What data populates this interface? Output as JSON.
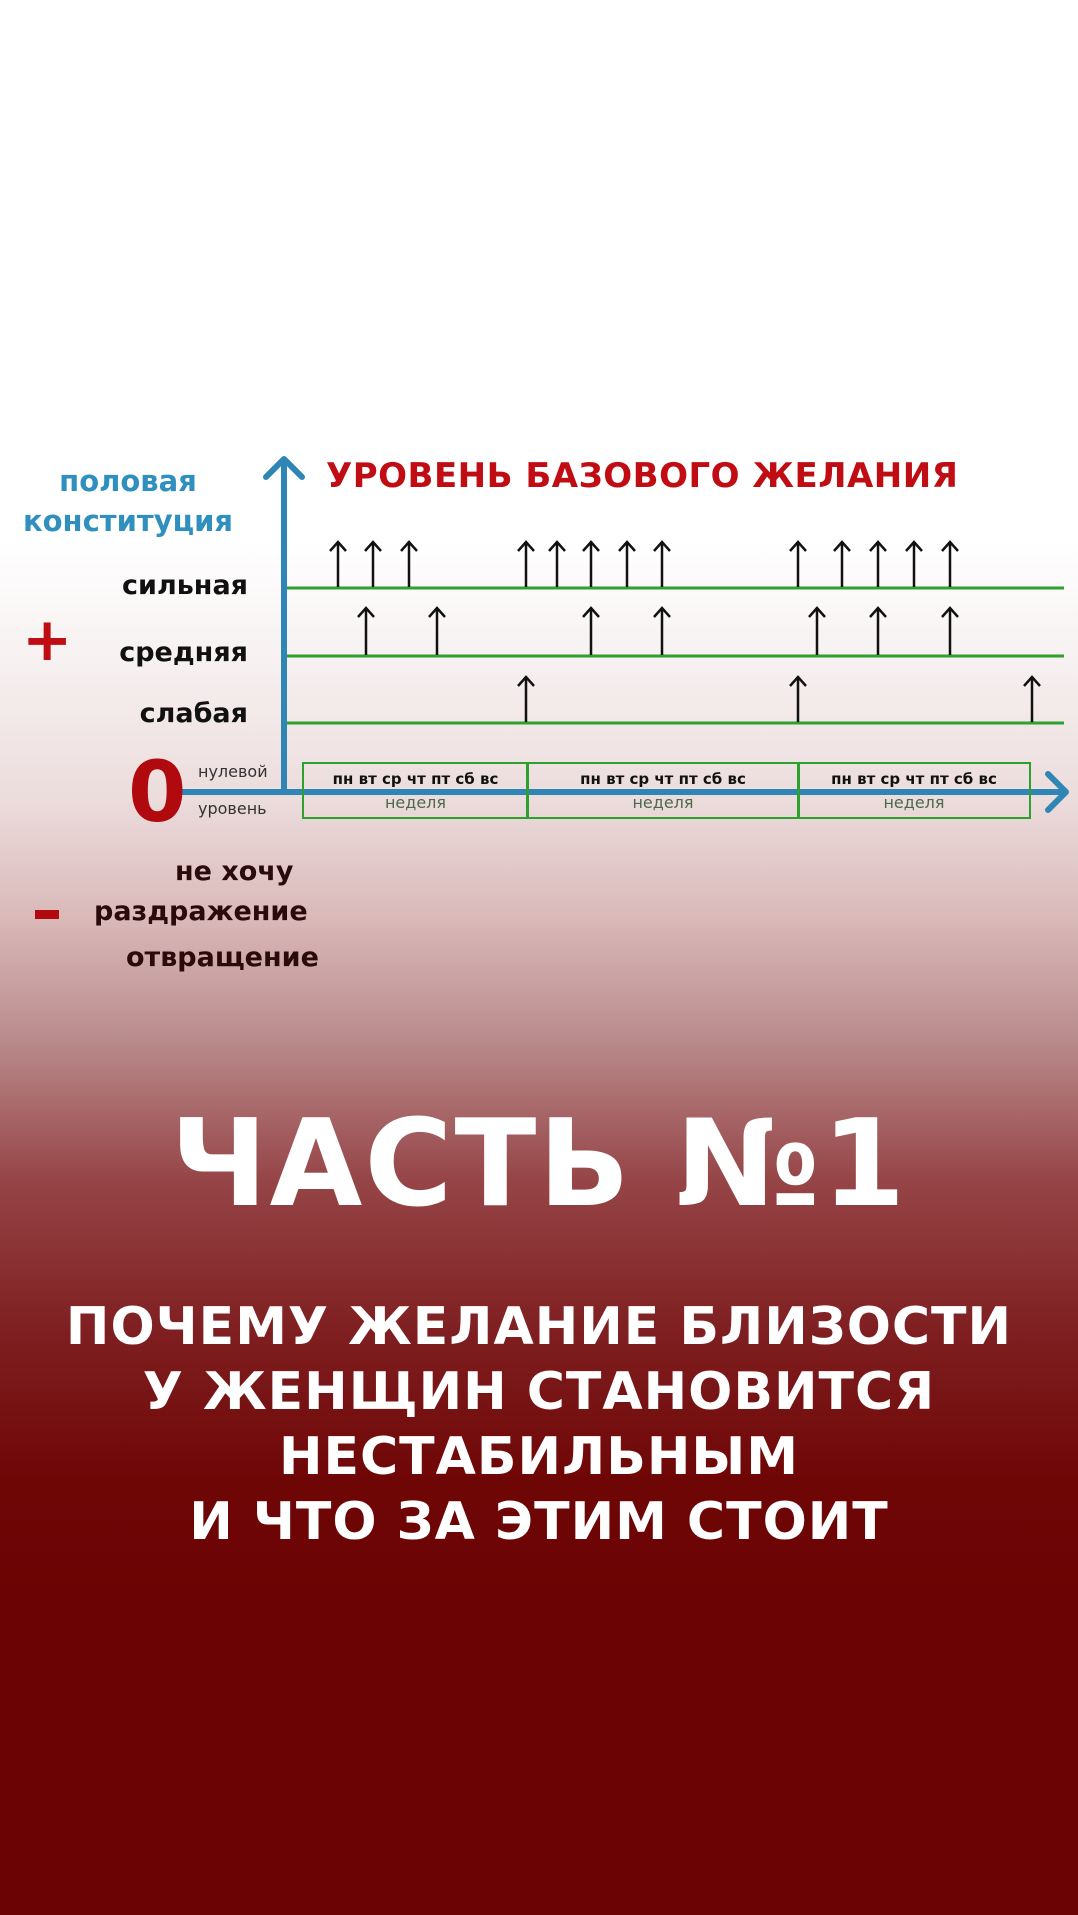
{
  "diagram": {
    "y_axis_label_line1": "половая",
    "y_axis_label_line2": "конституция",
    "title": "УРОВЕНЬ БАЗОВОГО ЖЕЛАНИЯ",
    "plus_sign": "+",
    "minus_sign": "–",
    "levels": [
      {
        "label": "сильная"
      },
      {
        "label": "средняя"
      },
      {
        "label": "слабая"
      }
    ],
    "zero": {
      "symbol": "0",
      "label_top": "нулевой",
      "label_bottom": "уровень"
    },
    "negative_levels": [
      {
        "label": "не хочу"
      },
      {
        "label": "раздражение"
      },
      {
        "label": "отвращение"
      }
    ],
    "weeks": [
      {
        "days": "пн вт ср чт пт сб вс",
        "label": "неделя"
      },
      {
        "days": "пн вт ср чт пт сб вс",
        "label": "неделя"
      },
      {
        "days": "пн вт ср чт пт сб вс",
        "label": "неделя"
      }
    ],
    "colors": {
      "axis": "#2f86b4",
      "title": "#c00d14",
      "level_line": "#2ea02e",
      "arrow": "#111111",
      "sign": "#c00d14"
    },
    "arrows": {
      "strong": [
        338,
        373,
        409,
        526,
        557,
        591,
        627,
        662,
        798,
        842,
        878,
        914,
        950
      ],
      "medium": [
        366,
        437,
        591,
        662,
        817,
        878,
        950
      ],
      "weak": [
        526,
        798,
        1032
      ]
    }
  },
  "heading": {
    "part": "ЧАСТЬ №1",
    "lines": [
      "ПОЧЕМУ ЖЕЛАНИЕ БЛИЗОСТИ",
      "У ЖЕНЩИН СТАНОВИТСЯ",
      "НЕСТАБИЛЬНЫМ",
      "И ЧТО ЗА ЭТИМ СТОИТ"
    ]
  }
}
